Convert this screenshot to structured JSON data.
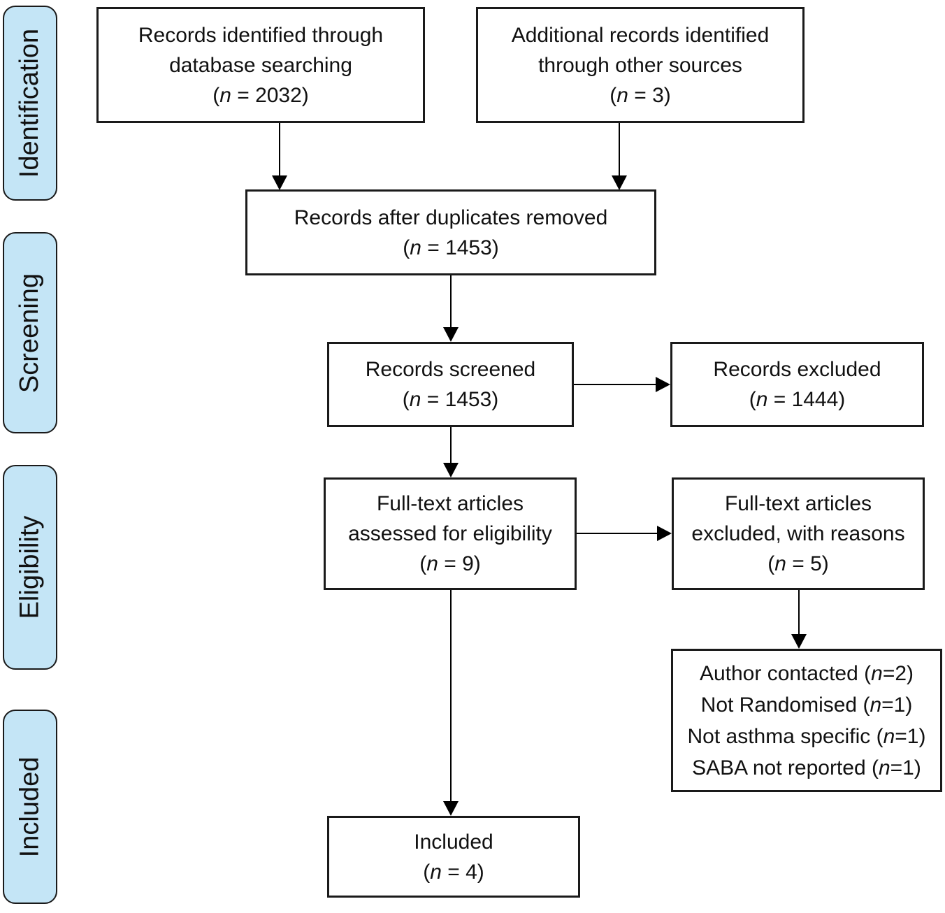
{
  "diagram": {
    "type": "prisma-flowchart",
    "stages": [
      {
        "label": "Identification"
      },
      {
        "label": "Screening"
      },
      {
        "label": "Eligibility"
      },
      {
        "label": "Included"
      }
    ],
    "boxes": {
      "identified": {
        "line1": "Records identified through",
        "line2": "database searching",
        "count_open": "(",
        "count_var": "n",
        "count_rest": " = 2032)"
      },
      "additional": {
        "line1": "Additional records identified",
        "line2": "through other sources",
        "count_open": "(",
        "count_var": "n",
        "count_rest": " = 3)"
      },
      "deduplicated": {
        "line1": "Records after duplicates removed",
        "count_open": "(",
        "count_var": "n",
        "count_rest": " = 1453)"
      },
      "screened": {
        "line1": "Records screened",
        "count_open": "(",
        "count_var": "n",
        "count_rest": " = 1453)"
      },
      "records_excluded": {
        "line1": "Records excluded",
        "count_open": "(",
        "count_var": "n",
        "count_rest": " = 1444)"
      },
      "fulltext_assessed": {
        "line1": "Full-text articles",
        "line2": "assessed for eligibility",
        "count_open": "(",
        "count_var": "n",
        "count_rest": " = 9)"
      },
      "fulltext_excluded": {
        "line1": "Full-text articles",
        "line2": "excluded, with reasons",
        "count_open": "(",
        "count_var": "n",
        "count_rest": " = 5)"
      },
      "exclusion_reasons": {
        "items": [
          {
            "pre": "Author contacted (",
            "var": "n",
            "post": "=2)"
          },
          {
            "pre": "Not Randomised (",
            "var": "n",
            "post": "=1)"
          },
          {
            "pre": "Not asthma specific (",
            "var": "n",
            "post": "=1)"
          },
          {
            "pre": "SABA not reported (",
            "var": "n",
            "post": "=1)"
          }
        ]
      },
      "included": {
        "line1": "Included",
        "count_open": "(",
        "count_var": "n",
        "count_rest": " = 4)"
      }
    },
    "colors": {
      "stage_fill": "#C4E5F6",
      "line": "#000000",
      "box_bg": "#FFFFFF"
    }
  }
}
